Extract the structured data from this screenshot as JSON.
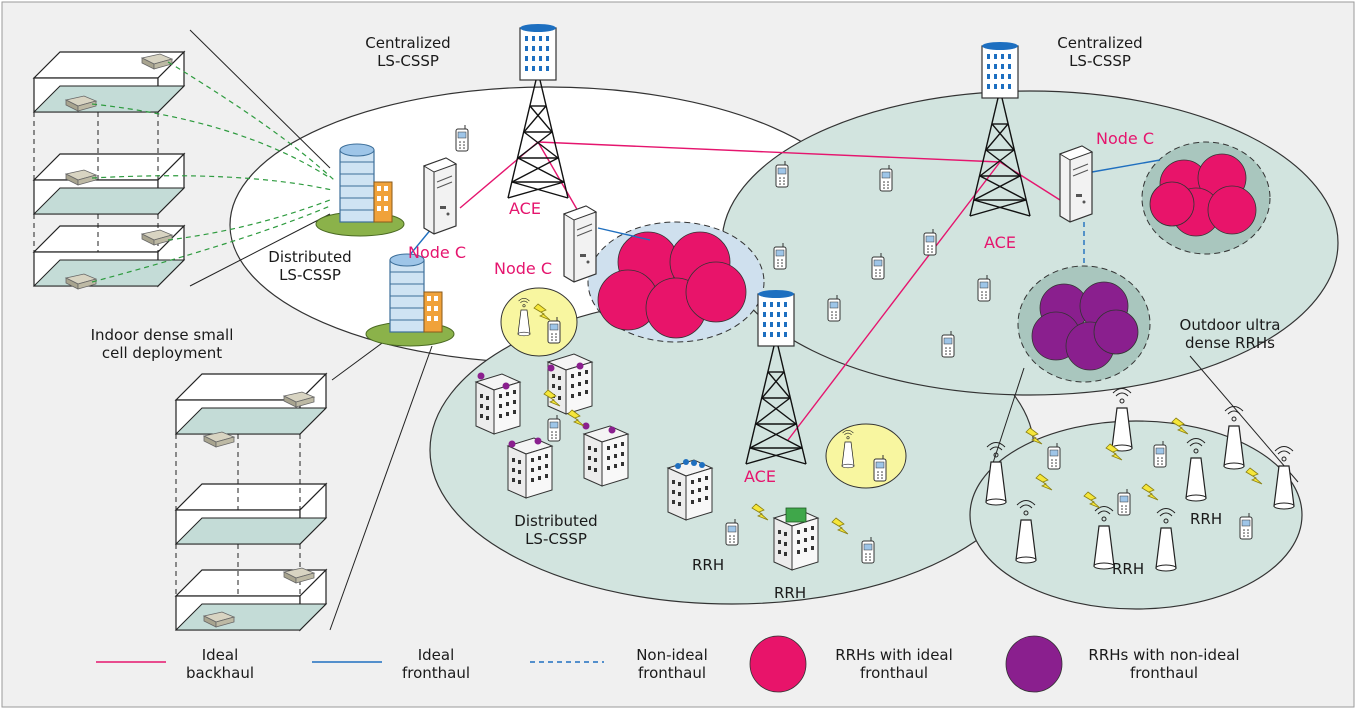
{
  "colors": {
    "background": "#f0f0f0",
    "cell_fill": "#d2e4df",
    "ideal_backhaul": "#e5156e",
    "ideal_fronthaul": "#1f6fbf",
    "rrh_ideal": "#e8146a",
    "rrh_nonideal": "#8a1f8e",
    "node_label": "#e5156e",
    "hotspot": "#f8f6a0"
  },
  "labels": {
    "centralized_left": [
      "Centralized",
      "LS-CSSP"
    ],
    "centralized_right": [
      "Centralized",
      "LS-CSSP"
    ],
    "distributed_top": [
      "Distributed",
      "LS-CSSP"
    ],
    "distributed_bottom": [
      "Distributed",
      "LS-CSSP"
    ],
    "indoor": [
      "Indoor dense small",
      "cell deployment"
    ],
    "outdoor": [
      "Outdoor ultra",
      "dense RRHs"
    ],
    "node_c": "Node C",
    "ace": "ACE",
    "rrh": "RRH"
  },
  "legend": [
    {
      "kind": "line-solid-pink",
      "text": [
        "Ideal",
        "backhaul"
      ]
    },
    {
      "kind": "line-solid-blue",
      "text": [
        "Ideal",
        "fronthaul"
      ]
    },
    {
      "kind": "line-dashed-blue",
      "text": [
        "Non-ideal",
        "fronthaul"
      ]
    },
    {
      "kind": "circle-pink",
      "text": [
        "RRHs with ideal",
        "fronthaul"
      ]
    },
    {
      "kind": "circle-purple",
      "text": [
        "RRHs with non-ideal",
        "fronthaul"
      ]
    }
  ],
  "icons": [
    "building-icon",
    "tower-icon",
    "server-icon",
    "phone-icon",
    "rrh-cone-icon",
    "small-cell-box-icon",
    "lightning-icon"
  ]
}
